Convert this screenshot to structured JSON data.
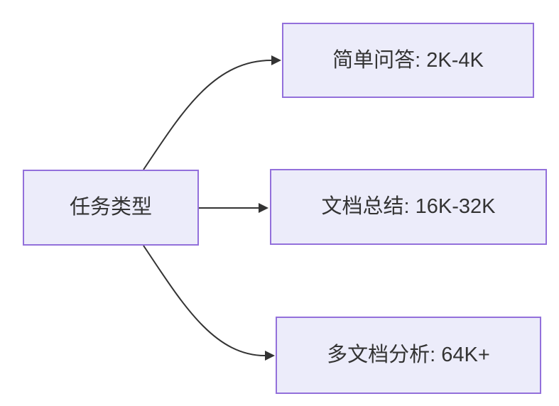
{
  "diagram": {
    "type": "flowchart",
    "direction": "left-to-right",
    "colors": {
      "background": "#ffffff",
      "node_fill": "#ECECFA",
      "node_border": "#9370DB",
      "edge": "#333333",
      "text": "#333333"
    },
    "root": {
      "label": "任务类型"
    },
    "children": [
      {
        "label": "简单问答: 2K-4K"
      },
      {
        "label": "文档总结: 16K-32K"
      },
      {
        "label": "多文档分析: 64K+"
      }
    ],
    "edges": [
      {
        "from": "任务类型",
        "to": "简单问答: 2K-4K"
      },
      {
        "from": "任务类型",
        "to": "文档总结: 16K-32K"
      },
      {
        "from": "任务类型",
        "to": "多文档分析: 64K+"
      }
    ]
  }
}
